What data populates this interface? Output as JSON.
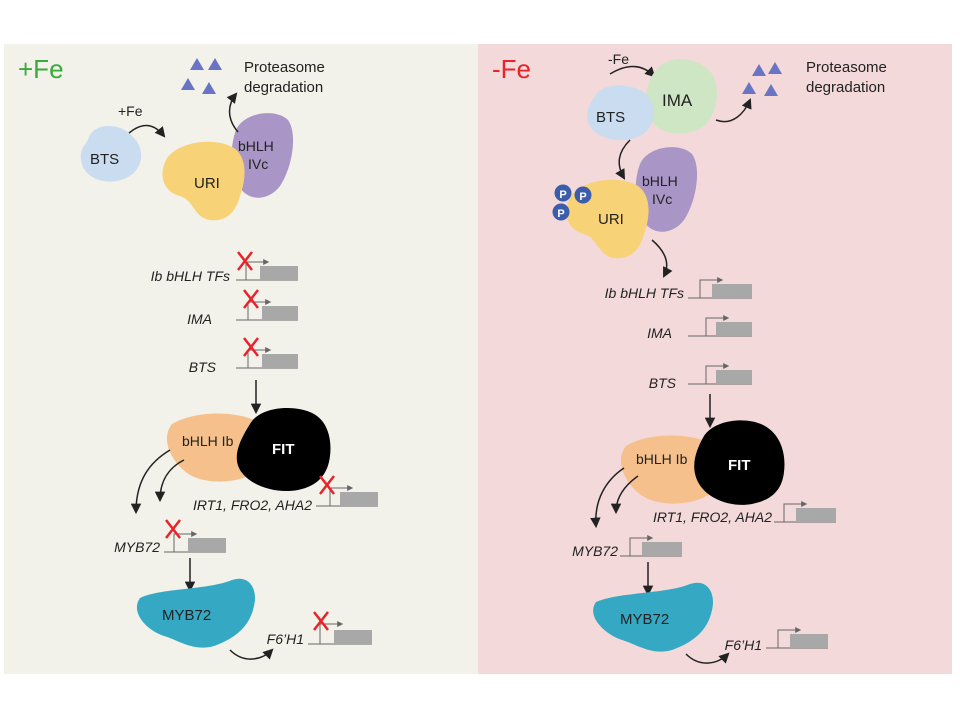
{
  "colors": {
    "left_bg": "#f2f1ea",
    "right_bg": "#f3d9da",
    "plus_fe": "#3aab3a",
    "minus_fe": "#e8242a",
    "bts": "#c9dcf0",
    "ima": "#cfe6c4",
    "uri": "#f8d276",
    "bhlh_ivc": "#a995c6",
    "bhlh_ib": "#f6c08c",
    "fit": "#000000",
    "myb72": "#35a9c4",
    "triangle": "#6a74c4",
    "phospho": "#3c5dab",
    "promoter_box": "#a8a8a8",
    "red_x": "#e8242a"
  },
  "left": {
    "condition": "+Fe",
    "proteasome_line1": "Proteasome",
    "proteasome_line2": "degradation",
    "fe_arrow": "+Fe",
    "bts": "BTS",
    "uri": "URI",
    "bhlh_ivc_line1": "bHLH",
    "bhlh_ivc_line2": "IVc",
    "gene_ib": "Ib bHLH TFs",
    "gene_ima": "IMA",
    "gene_bts": "BTS",
    "bhlh_ib": "bHLH Ib",
    "fit": "FIT",
    "gene_irt": "IRT1, FRO2, AHA2",
    "gene_myb72": "MYB72",
    "myb72": "MYB72",
    "gene_f6h1": "F6’H1"
  },
  "right": {
    "condition": "-Fe",
    "fe_arrow": "-Fe",
    "ima": "IMA",
    "proteasome_line1": "Proteasome",
    "proteasome_line2": "degradation",
    "bts": "BTS",
    "phospho": "P",
    "uri": "URI",
    "bhlh_ivc_line1": "bHLH",
    "bhlh_ivc_line2": "IVc",
    "gene_ib": "Ib bHLH TFs",
    "gene_ima": "IMA",
    "gene_bts": "BTS",
    "bhlh_ib": "bHLH Ib",
    "fit": "FIT",
    "gene_irt": "IRT1, FRO2, AHA2",
    "gene_myb72": "MYB72",
    "myb72": "MYB72",
    "gene_f6h1": "F6’H1"
  }
}
